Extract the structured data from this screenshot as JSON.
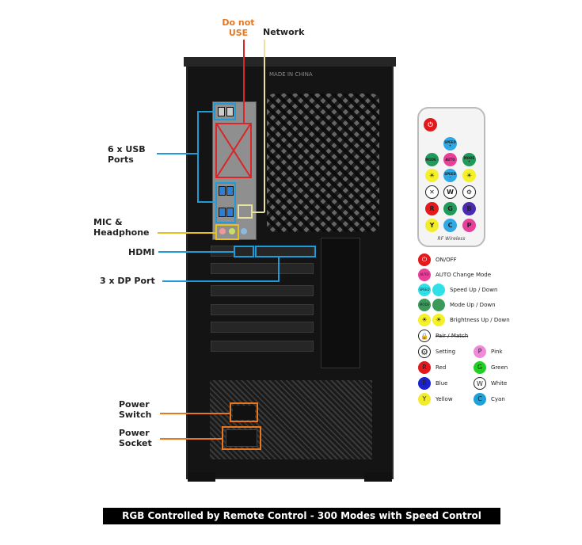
{
  "labels": {
    "do_not_use": "Do not USE",
    "network": "Network",
    "usb": "6 x USB Ports",
    "mic": "MIC & Headphone",
    "hdmi": "HDMI",
    "dp": "3 x DP Port",
    "power_switch": "Power Switch",
    "power_socket": "Power Socket",
    "made_in": "MADE IN CHINA"
  },
  "colors": {
    "orange": "#e8761e",
    "red": "#d8262a",
    "blue": "#1f9bd7",
    "yellow": "#e6c11c",
    "network": "#e8e2a0"
  },
  "remote": {
    "buttons": [
      "SPEED +",
      "MODE -",
      "AUTO",
      "MODE +",
      "SPEED -",
      "W",
      "R",
      "G",
      "B",
      "Y",
      "C",
      "P"
    ],
    "brand": "RF Wireless"
  },
  "legend": [
    {
      "key": "",
      "label": "ON/OFF",
      "color": "#e3191c"
    },
    {
      "key": "AUTO",
      "label": "AUTO Change Mode",
      "color": "#e8409a"
    },
    {
      "key": "SPEED",
      "label": "Speed Up / Down",
      "color": "#2fe0e8"
    },
    {
      "key": "MODE",
      "label": "Mode Up / Down",
      "color": "#3b9a5a"
    },
    {
      "key": "☀",
      "label": "Brightness Up / Down",
      "color": "#f4f02a"
    },
    {
      "key": "🔒",
      "label": "Pair / Match",
      "color": "#ffffff"
    },
    {
      "key": "⚙",
      "label": "Setting",
      "color": "#ffffff"
    },
    {
      "key": "P",
      "label": "Pink",
      "color": "#f08ad8"
    },
    {
      "key": "R",
      "label": "Red",
      "color": "#e3191c"
    },
    {
      "key": "G",
      "label": "Green",
      "color": "#22d024"
    },
    {
      "key": "B",
      "label": "Blue",
      "color": "#1b22d0"
    },
    {
      "key": "W",
      "label": "White",
      "color": "#ffffff"
    },
    {
      "key": "Y",
      "label": "Yellow",
      "color": "#f2ec2a"
    },
    {
      "key": "C",
      "label": "Cyan",
      "color": "#1ea0d8"
    }
  ],
  "banner": "RGB Controlled by Remote Control - 300 Modes with Speed Control"
}
